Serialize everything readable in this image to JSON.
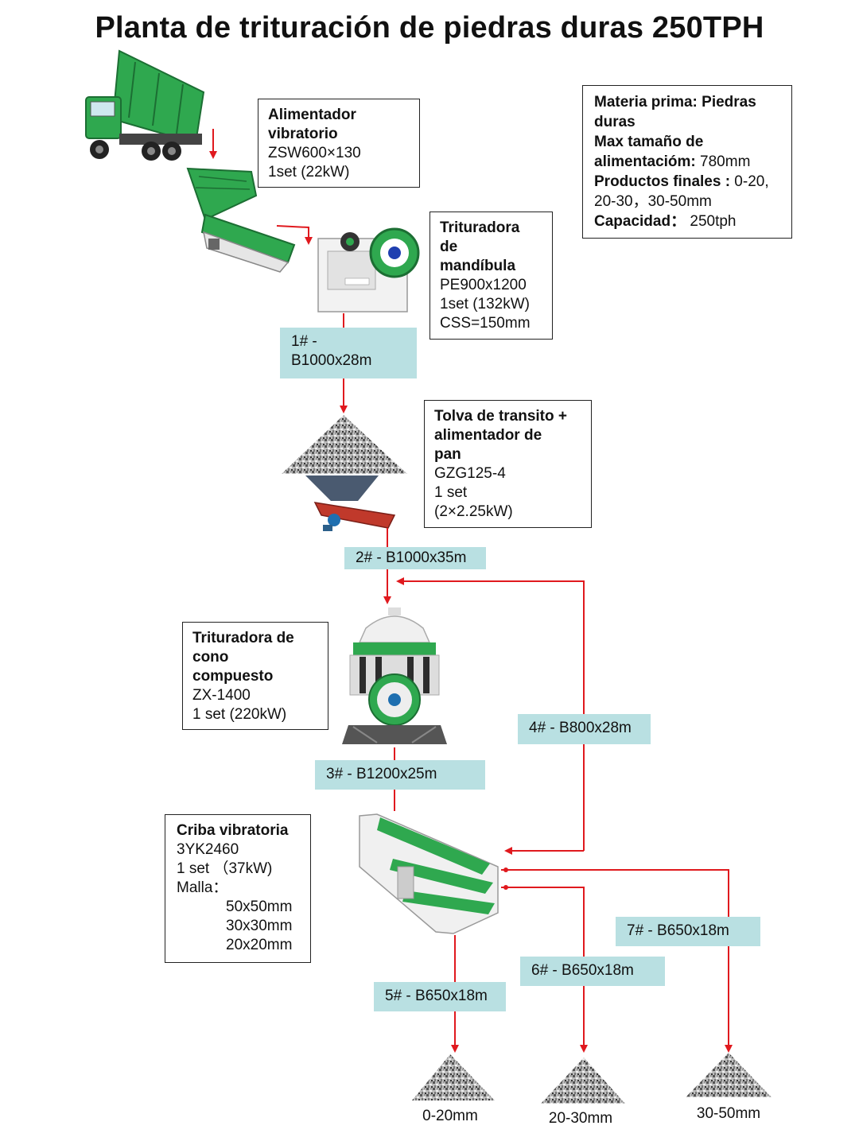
{
  "title": "Planta de trituración de piedras duras 250TPH",
  "info": {
    "raw_label": "Materia prima: Piedras duras",
    "feed_label": "Max tamaño de alimentacióm:",
    "feed_value": " 780mm",
    "products_label": "Productos finales :",
    "products_value": " 0-20, 20-30，30-50mm",
    "capacity_label": "Capacidad：",
    "capacity_value": "  250tph"
  },
  "feeder": {
    "name1": "Alimentador",
    "name2": "vibratorio",
    "model": "ZSW600×130",
    "spec": "1set  (22kW)"
  },
  "jaw": {
    "name1": "Trituradora",
    "name2": "de",
    "name3": "mandíbula",
    "model": "PE900x1200",
    "spec": "1set  (132kW)",
    "css": "CSS=150mm"
  },
  "hopper": {
    "name1": "Tolva de transito +",
    "name2": "alimentador de",
    "name3": "pan",
    "model": "GZG125-4",
    "spec": "1 set",
    "power": "(2×2.25kW)"
  },
  "cone": {
    "name1": "Trituradora de",
    "name2": "cono",
    "name3": "compuesto",
    "model": "ZX-1400",
    "spec": "1 set  (220kW)"
  },
  "screen": {
    "name": "Criba vibratoria",
    "model": "3YK2460",
    "spec": "1 set  （37kW)",
    "mesh_label": "Malla：",
    "mesh": [
      "50x50mm",
      "30x30mm",
      "20x20mm"
    ]
  },
  "belts": {
    "b1_line1": "1# -",
    "b1_line2": "B1000x28m",
    "b2": "2# - B1000x35m",
    "b3": "3# - B1200x25m",
    "b4": "4# - B800x28m",
    "b5": "5# - B650x18m",
    "b6": "6# - B650x18m",
    "b7": "7# - B650x18m"
  },
  "products": [
    "0-20mm",
    "20-30mm",
    "30-50mm"
  ],
  "colors": {
    "arrow": "#e0191e",
    "belt": "#b9e0e2",
    "machine_green": "#2fa84f"
  }
}
